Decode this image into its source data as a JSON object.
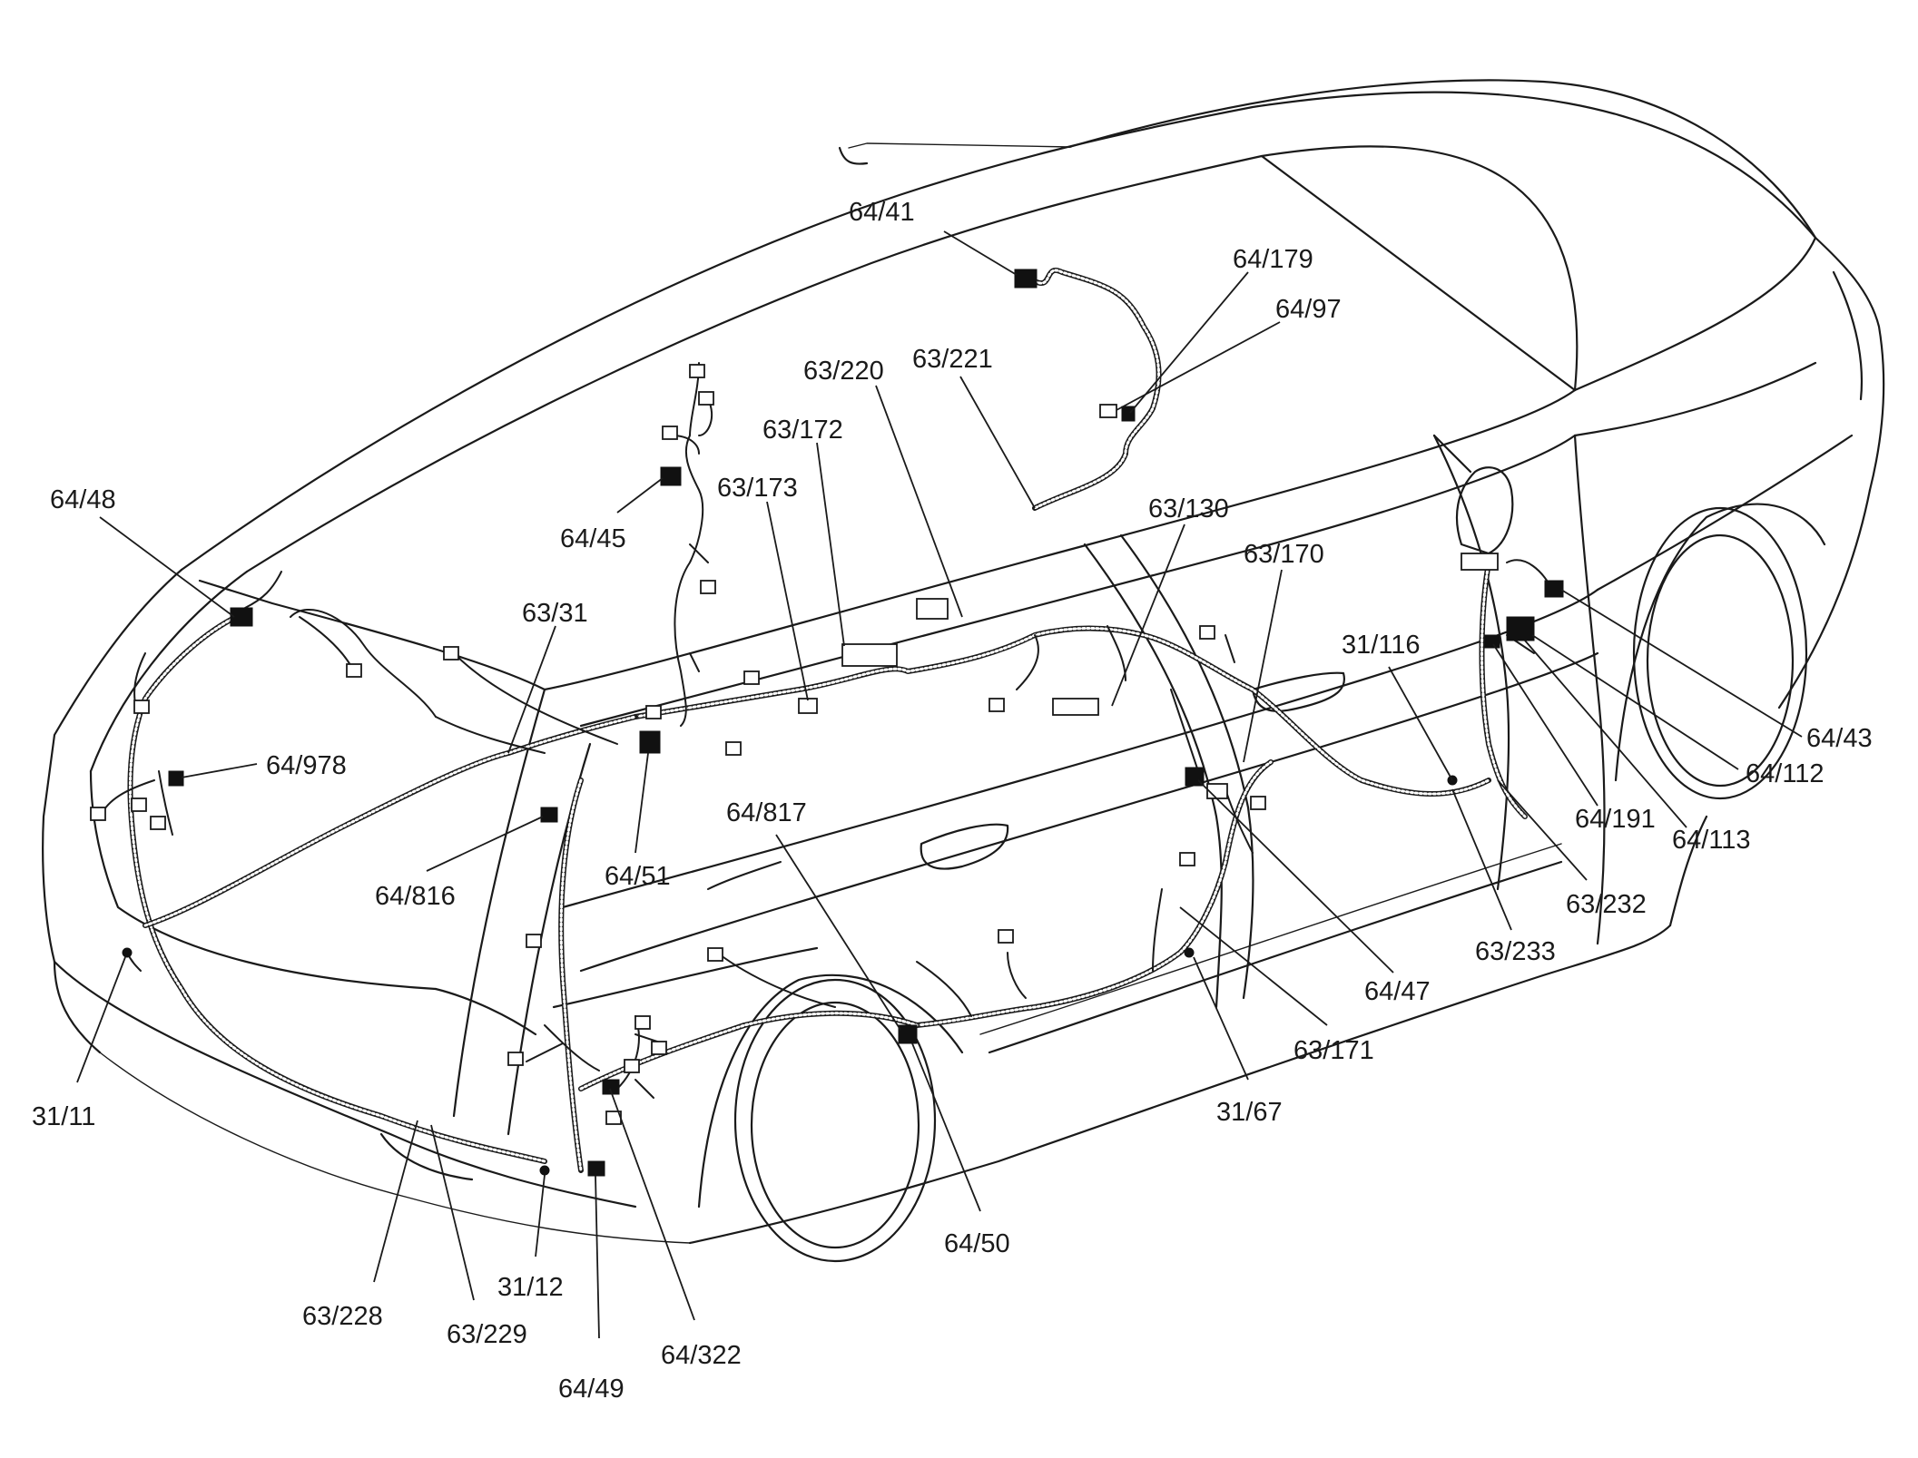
{
  "callouts": {
    "c_64_41": "64/41",
    "c_64_179": "64/179",
    "c_64_97": "64/97",
    "c_63_220": "63/220",
    "c_63_221": "63/221",
    "c_63_172": "63/172",
    "c_63_173": "63/173",
    "c_64_45": "64/45",
    "c_64_48": "64/48",
    "c_63_31": "63/31",
    "c_63_130": "63/130",
    "c_63_170": "63/170",
    "c_31_116": "31/116",
    "c_64_978": "64/978",
    "c_64_817": "64/817",
    "c_64_816": "64/816",
    "c_64_51": "64/51",
    "c_64_43": "64/43",
    "c_64_112": "64/112",
    "c_64_191": "64/191",
    "c_64_113": "64/113",
    "c_63_232": "63/232",
    "c_63_233": "63/233",
    "c_64_47": "64/47",
    "c_63_171": "63/171",
    "c_31_67": "31/67",
    "c_31_11": "31/11",
    "c_64_50": "64/50",
    "c_31_12": "31/12",
    "c_63_228": "63/228",
    "c_63_229": "63/229",
    "c_64_322": "64/322",
    "c_64_49": "64/49"
  }
}
